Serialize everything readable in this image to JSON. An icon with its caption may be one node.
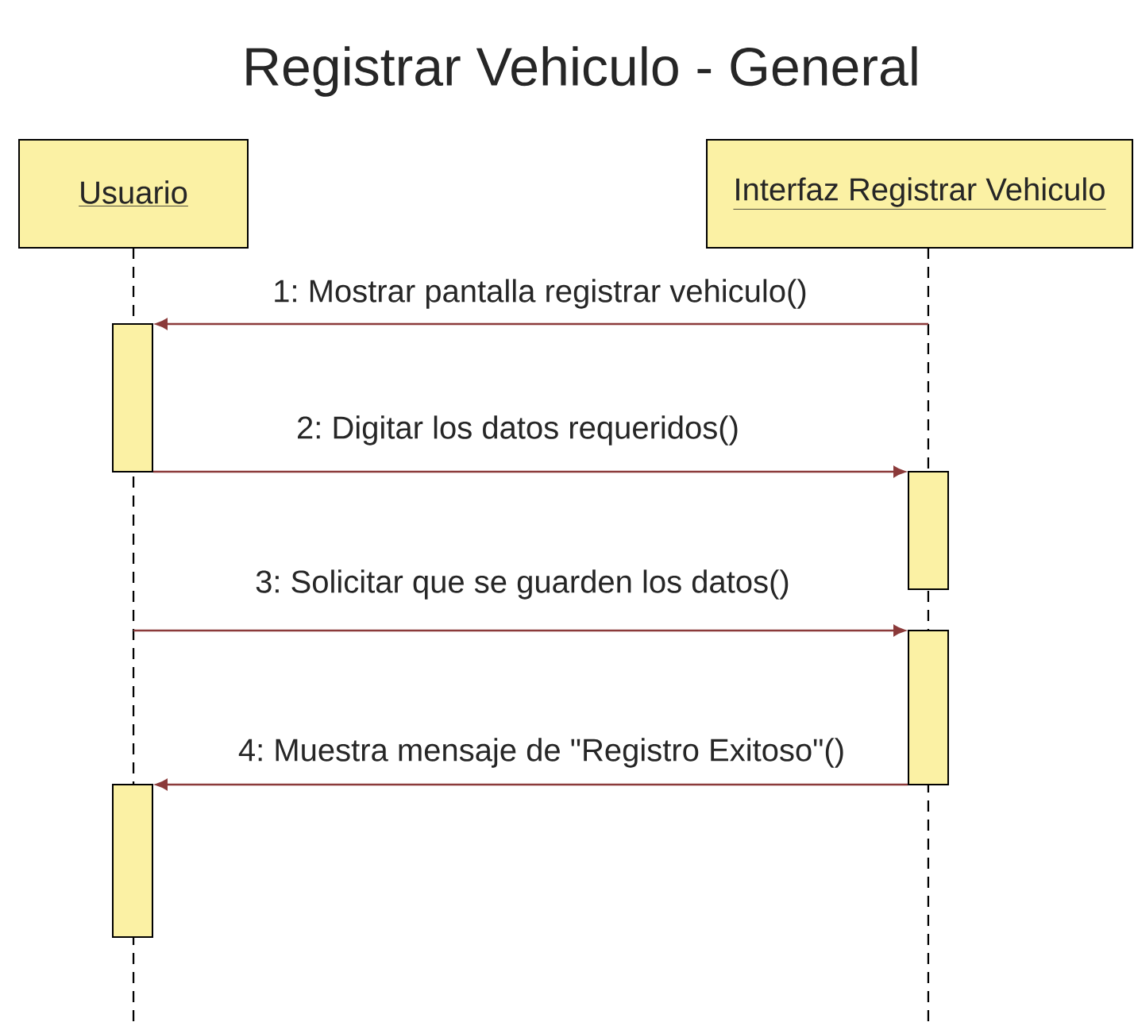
{
  "diagram": {
    "title": "Registrar Vehiculo - General",
    "nodes": [
      {
        "text": [
          "Usuario"
        ]
      },
      {
        "text": [
          "Interfaz Registrar Vehiculo"
        ]
      },
      {
        "text": [],
        "shape": "bar"
      },
      {
        "text": [],
        "shape": "bar"
      },
      {
        "text": [],
        "shape": "bar"
      },
      {
        "text": [],
        "shape": "bar"
      }
    ],
    "edges": [
      {
        "from": null,
        "to": 2,
        "arrow": "to",
        "label": "1: Mostrar pantalla registrar vehiculo()"
      },
      {
        "from": 2,
        "to": 3,
        "arrow": "to",
        "label": "2: Digitar los datos requeridos()"
      },
      {
        "from": null,
        "to": 4,
        "arrow": "to",
        "label": "3: Solicitar que se guarden los datos()"
      },
      {
        "from": 4,
        "to": 5,
        "arrow": "to",
        "label": "4: Muestra mensaje de \"Registro Exitoso\"()"
      }
    ]
  }
}
